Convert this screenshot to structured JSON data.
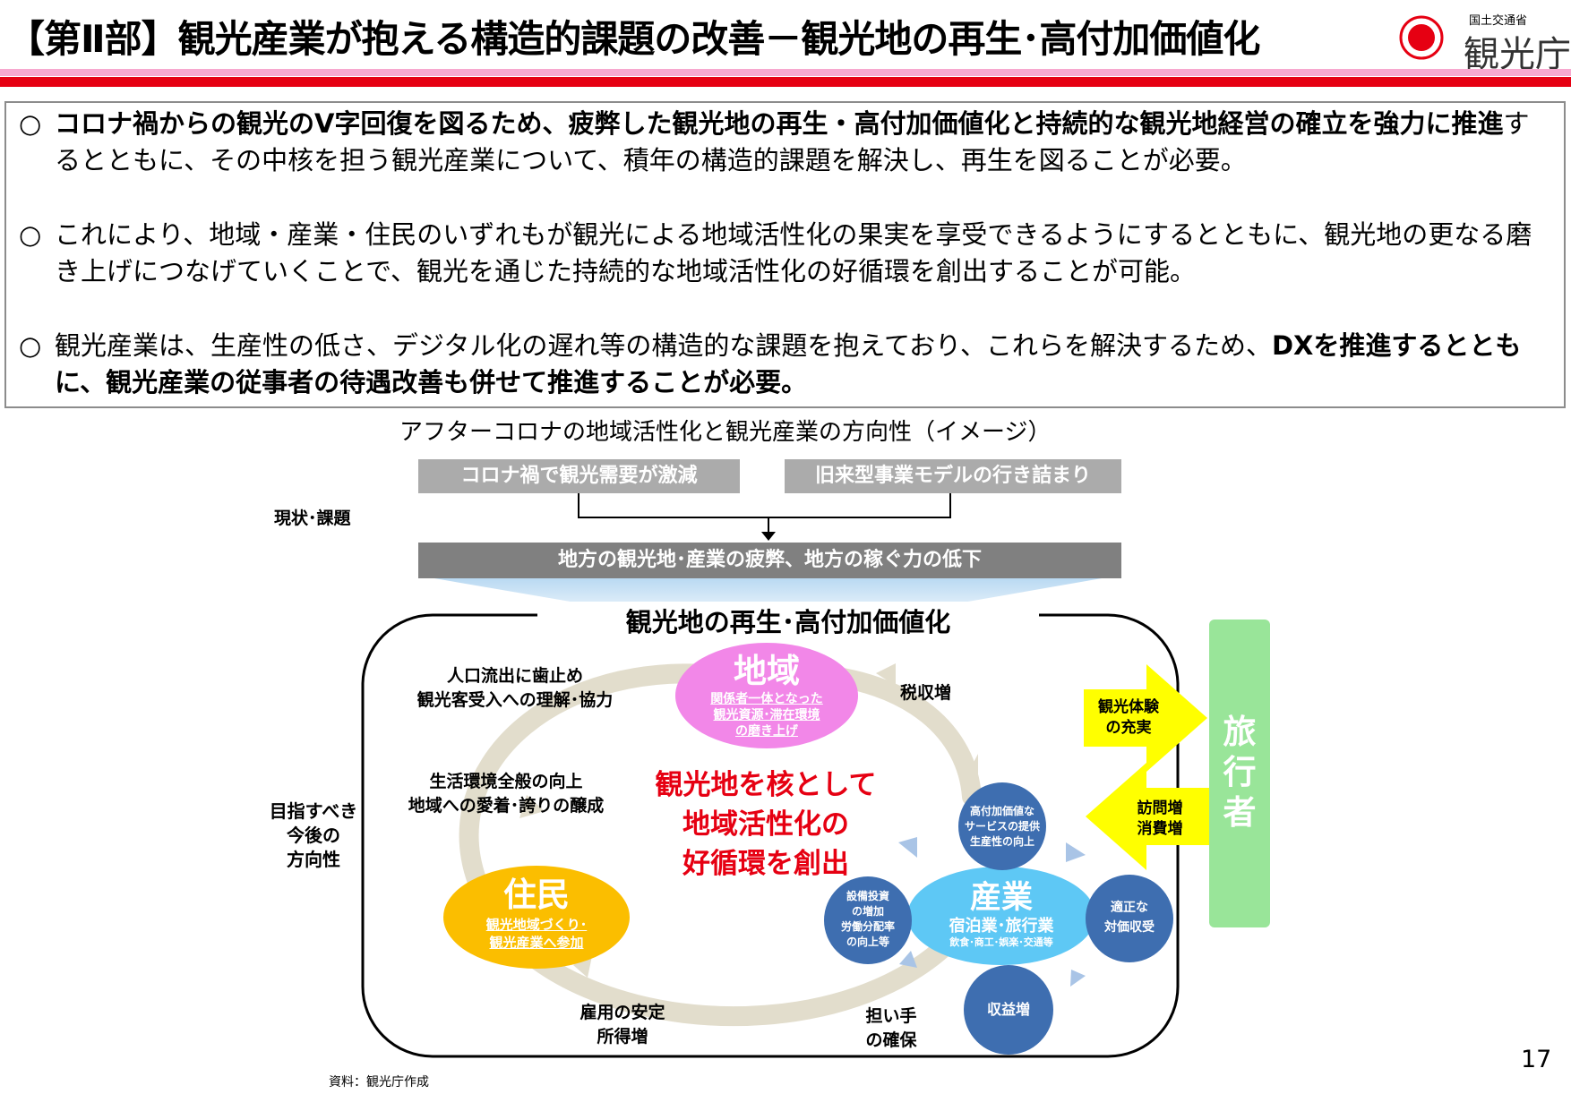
{
  "header": {
    "title": "【第Ⅱ部】観光産業が抱える構造的課題の改善－観光地の再生･高付加価値化",
    "logo_ministry": "国土交通省",
    "logo_agency": "観光庁"
  },
  "summary": [
    {
      "mark": "○",
      "bold": "コロナ禍からの観光のV字回復を図るため、疲弊した観光地の再生・高付加価値化と持続的な観光地経営の確立を強力に推進",
      "text": "するとともに、その中核を担う観光産業について、積年の構造的課題を解決し、再生を図ることが必要。"
    },
    {
      "mark": "○",
      "text": "これにより、地域・産業・住民のいずれもが観光による地域活性化の果実を享受できるようにするとともに、観光地の更なる磨き上げにつなげていくことで、観光を通じた持続的な地域活性化の好循環を創出することが可能。"
    },
    {
      "mark": "○",
      "text": "観光産業は、生産性の低さ、デジタル化の遅れ等の構造的な課題を抱えており、これらを解決するため、",
      "bold": "DXを推進するとともに、観光産業の従事者の待遇改善も併せて推進することが必要。"
    }
  ],
  "diagram": {
    "title": "アフターコロナの地域活性化と観光産業の方向性（イメージ）",
    "status_label": "現状･課題",
    "problem_left": "コロナ禍で観光需要が激減",
    "problem_right": "旧来型事業モデルの行き詰まり",
    "problem_result": "地方の観光地･産業の疲弊、地方の稼ぐ力の低下",
    "direction_label": [
      "目指すべき",
      "今後の",
      "方向性"
    ],
    "ring_title": "観光地の再生･高付加価値化",
    "center_text": [
      "観光地を核として",
      "地域活性化の",
      "好循環を創出"
    ],
    "region": {
      "name": "地域",
      "sub": [
        "関係者一体となった",
        "観光資源･滞在環境",
        "の磨き上げ"
      ]
    },
    "residents": {
      "name": "住民",
      "sub": [
        "観光地域づくり･",
        "観光産業へ参加"
      ]
    },
    "industry": {
      "name": "産業",
      "sub": "宿泊業･旅行業",
      "sub2": "飲食･商工･娯楽･交通等"
    },
    "sub_circles": {
      "top": [
        "高付加価値な",
        "サービスの提供",
        "生産性の向上"
      ],
      "left": [
        "設備投資",
        "の増加",
        "労働分配率",
        "の向上等"
      ],
      "right": [
        "適正な",
        "対価収受"
      ],
      "bottom": [
        "収益増"
      ]
    },
    "loop_labels": {
      "top_left": [
        "人口流出に歯止め",
        "観光客受入への理解･協力"
      ],
      "middle_left": [
        "生活環境全般の向上",
        "地域への愛着･誇りの醸成"
      ],
      "top_right": [
        "税収増"
      ],
      "bottom_left": [
        "雇用の安定",
        "所得増"
      ],
      "bottom_right": [
        "担い手",
        "の確保"
      ]
    },
    "traveler": [
      "旅",
      "行",
      "者"
    ],
    "arrow_out": [
      "観光体験",
      "の充実"
    ],
    "arrow_in": [
      "訪問増",
      "消費増"
    ],
    "colors": {
      "region": "#f287e8",
      "residents": "#fbbe00",
      "industry": "#5ec8f5",
      "sub_circle": "#3e6eb0",
      "traveler": "#99e599",
      "yellow_arrow": "#ffff00",
      "highlight_text": "#e60012"
    }
  },
  "page_number": "17",
  "source": "資料：観光庁作成"
}
